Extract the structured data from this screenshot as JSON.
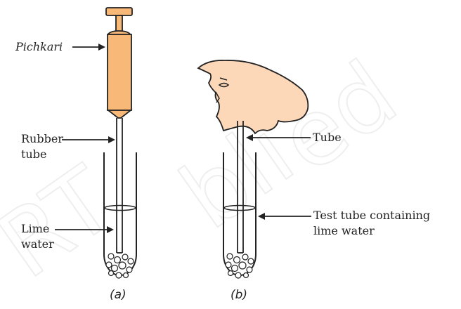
{
  "figure": {
    "labels": {
      "pichkari": "Pichkari",
      "rubber_tube_line1": "Rubber",
      "rubber_tube_line2": "tube",
      "lime_water_line1": "Lime",
      "lime_water_line2": "water",
      "tube": "Tube",
      "test_tube_line1": "Test tube containing",
      "test_tube_line2": "lime water"
    },
    "captions": {
      "a": "(a)",
      "b": "(b)"
    },
    "watermark": "NCERT Republished",
    "colors": {
      "syringe_fill": "#f8b878",
      "face_fill": "#fcd8b8",
      "line": "#222222"
    }
  }
}
